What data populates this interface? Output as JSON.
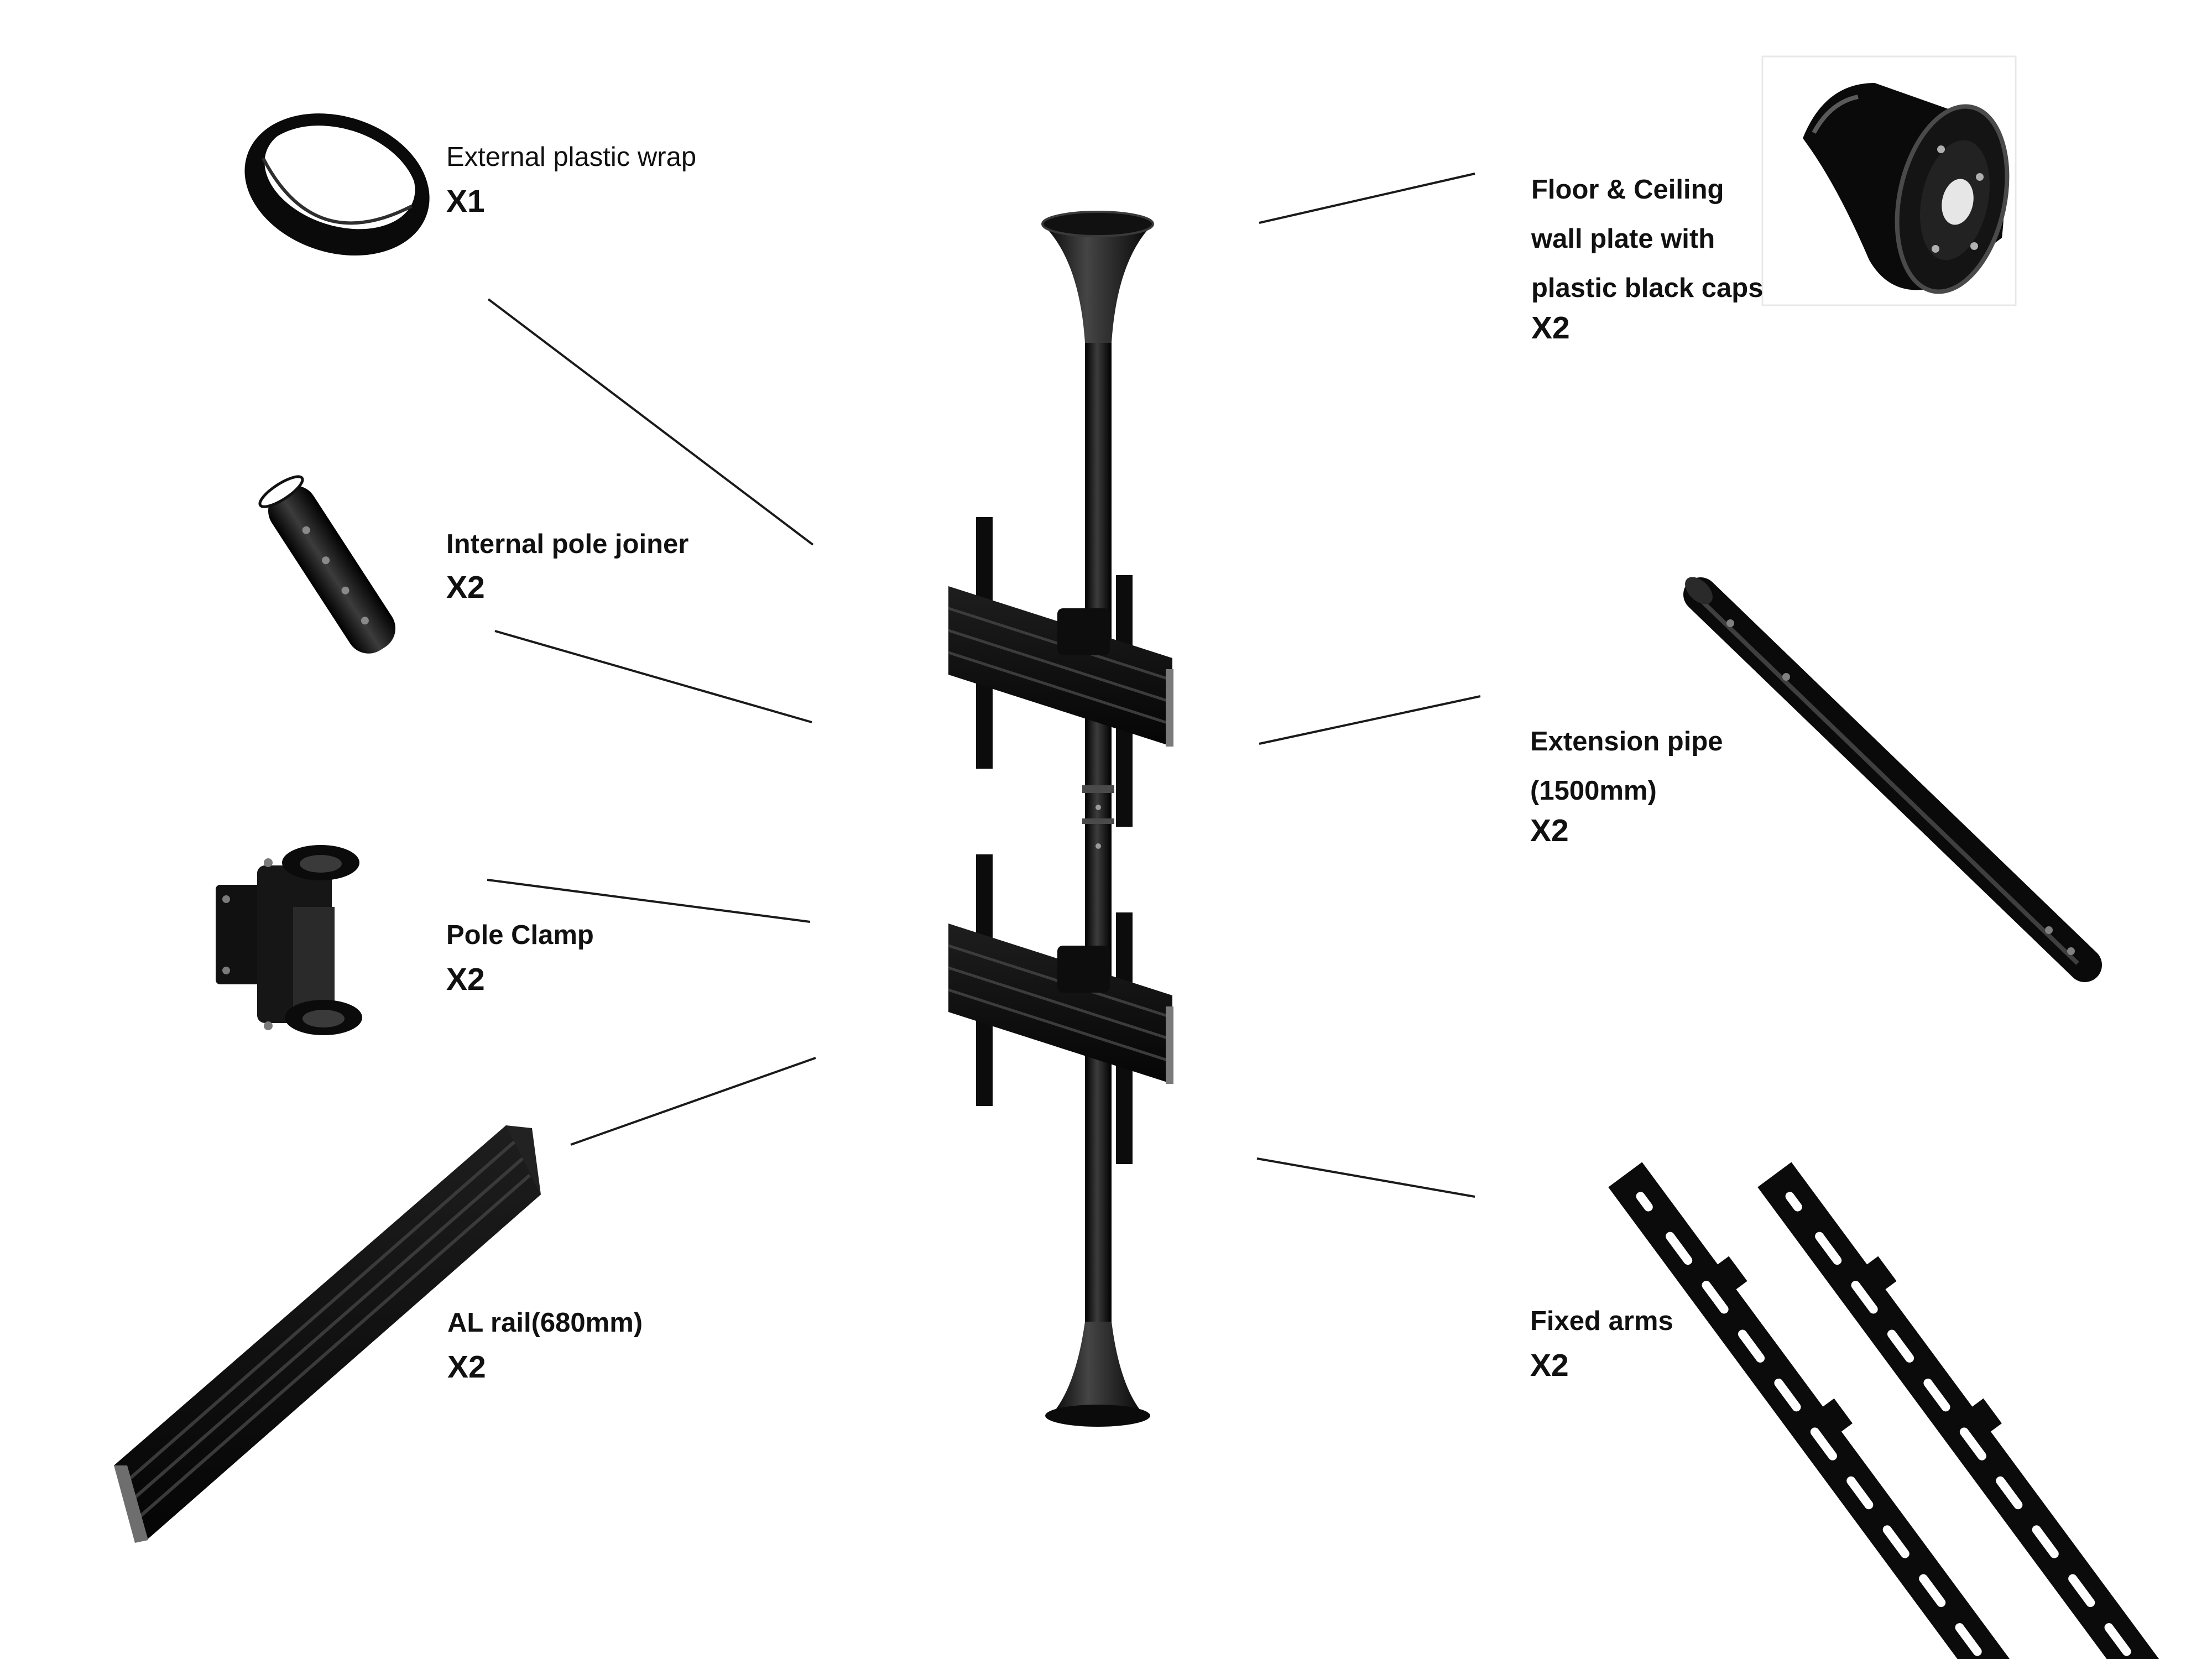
{
  "parts": {
    "external_wrap": {
      "name": "External plastic wrap",
      "qty": "X1"
    },
    "pole_joiner": {
      "name": "Internal pole joiner",
      "qty": "X2"
    },
    "pole_clamp": {
      "name": "Pole Clamp",
      "qty": "X2"
    },
    "al_rail": {
      "name": "AL rail(680mm)",
      "qty": "X2"
    },
    "wall_plate": {
      "name": "Floor & Ceiling\nwall plate with\nplastic black caps",
      "qty": "X2"
    },
    "extension_pipe": {
      "name": "Extension pipe\n(1500mm)",
      "qty": "X2"
    },
    "fixed_arms": {
      "name": "Fixed arms",
      "qty": "X2"
    }
  },
  "colors": {
    "part_fill": "#0d0d0d",
    "part_highlight": "#3a3a3a",
    "edge_grey": "#8a8a8a",
    "leader_line": "#1a1a1a",
    "text": "#111111"
  },
  "icons": [
    "ring-icon",
    "pole-joiner-icon",
    "pole-clamp-icon",
    "al-rail-icon",
    "floor-ceiling-cap-icon",
    "extension-pipe-icon",
    "fixed-arm-icon",
    "pole-mount-assembly-icon"
  ]
}
